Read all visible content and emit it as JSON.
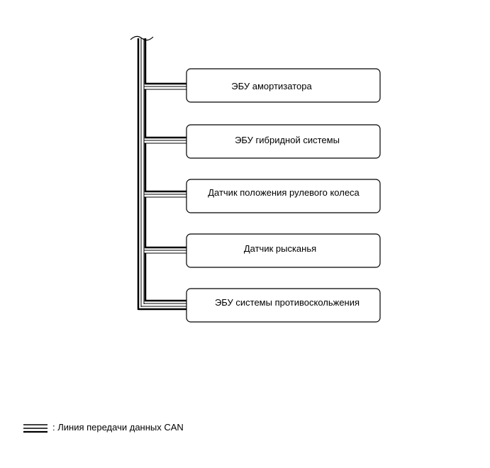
{
  "diagram": {
    "nodes": [
      {
        "id": "node-1",
        "label": "ЭБУ амортизатора"
      },
      {
        "id": "node-2",
        "label": "ЭБУ гибридной системы"
      },
      {
        "id": "node-3",
        "label": "Датчик положения рулевого колеса"
      },
      {
        "id": "node-4",
        "label": "Датчик рысканья"
      },
      {
        "id": "node-5",
        "label": "ЭБУ системы противоскольжения"
      }
    ],
    "legend": {
      "label": ": Линия передачи данных CAN"
    },
    "colors": {
      "line": "#000000",
      "box_border": "#000000",
      "background": "#ffffff"
    }
  }
}
